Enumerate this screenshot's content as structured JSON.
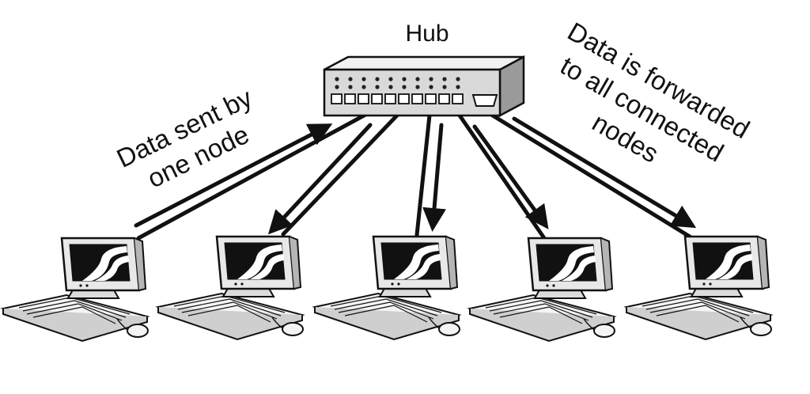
{
  "hub": {
    "label": "Hub"
  },
  "annotations": {
    "sent": {
      "line1": "Data sent by",
      "line2": "one node"
    },
    "forwarded": {
      "line1": "Data is forwarded",
      "line2": "to all connected",
      "line3": "nodes"
    }
  },
  "nodes": {
    "count": 5
  },
  "colors": {
    "ink": "#111111",
    "hub_face": "#d9d9d9",
    "hub_top": "#f2f2f2",
    "hub_side": "#9a9a9a",
    "monitor": "#e8e8e8"
  }
}
